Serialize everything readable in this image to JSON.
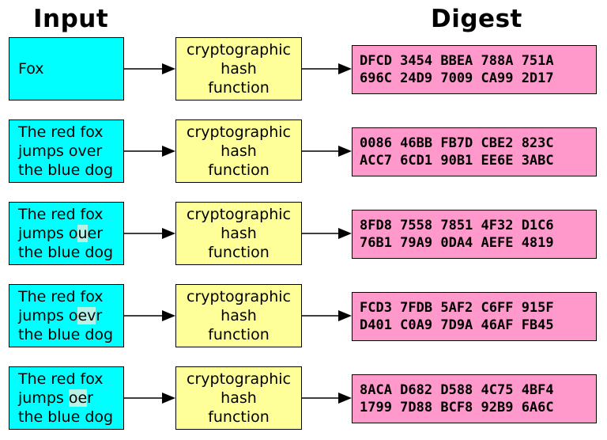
{
  "headers": {
    "input": "Input",
    "digest": "Digest"
  },
  "rows": [
    {
      "input_lines": [
        [
          "Fox",
          "",
          ""
        ]
      ],
      "hash_lines": [
        "cryptographic",
        "hash",
        "function"
      ],
      "digest_lines": [
        "DFCD 3454 BBEA 788A 751A",
        "696C 24D9 7009 CA99 2D17"
      ]
    },
    {
      "input_lines": [
        [
          "The red fox",
          "",
          ""
        ],
        [
          "jumps over",
          "",
          ""
        ],
        [
          "the blue dog",
          "",
          ""
        ]
      ],
      "hash_lines": [
        "cryptographic",
        "hash",
        "function"
      ],
      "digest_lines": [
        "0086 46BB FB7D CBE2 823C",
        "ACC7 6CD1 90B1 EE6E 3ABC"
      ]
    },
    {
      "input_lines": [
        [
          "The red fox",
          "",
          ""
        ],
        [
          "jumps o",
          "u",
          "er"
        ],
        [
          "the blue dog",
          "",
          ""
        ]
      ],
      "hash_lines": [
        "cryptographic",
        "hash",
        "function"
      ],
      "digest_lines": [
        "8FD8 7558 7851 4F32 D1C6",
        "76B1 79A9 0DA4 AEFE 4819"
      ]
    },
    {
      "input_lines": [
        [
          "The red fox",
          "",
          ""
        ],
        [
          "jumps o",
          "ev",
          "r"
        ],
        [
          "the blue dog",
          "",
          ""
        ]
      ],
      "hash_lines": [
        "cryptographic",
        "hash",
        "function"
      ],
      "digest_lines": [
        "FCD3 7FDB 5AF2 C6FF 915F",
        "D401 C0A9 7D9A 46AF FB45"
      ]
    },
    {
      "input_lines": [
        [
          "The red fox",
          "",
          ""
        ],
        [
          "jumps ",
          "oe",
          "r"
        ],
        [
          "the blue dog",
          "",
          ""
        ]
      ],
      "hash_lines": [
        "cryptographic",
        "hash",
        "function"
      ],
      "digest_lines": [
        "8ACA D682 D588 4C75 4BF4",
        "1799 7D88 BCF8 92B9 6A6C"
      ]
    }
  ]
}
